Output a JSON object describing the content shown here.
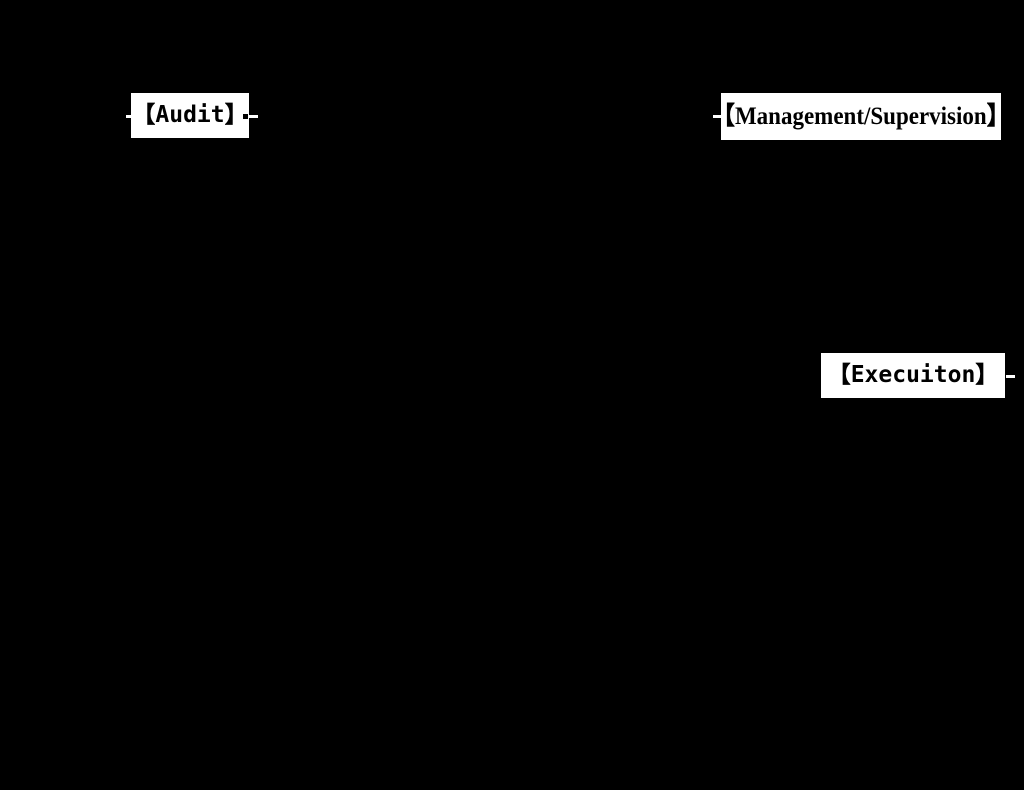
{
  "diagram": {
    "background_color": "#000000",
    "label_color": "#000000",
    "label_background": "#ffffff",
    "boxes": [
      {
        "id": "audit",
        "label": "【Audit】",
        "role": "audit"
      },
      {
        "id": "management",
        "label": "【Management/Supervision】",
        "role": "management-supervision"
      },
      {
        "id": "execution",
        "label": "【Execuiton】",
        "role": "execution"
      }
    ],
    "connectors": [
      {
        "id": "tick-audit-left",
        "name": "audit-left-connector"
      },
      {
        "id": "tick-audit-right",
        "name": "audit-right-connector"
      },
      {
        "id": "tick-mgmt-left",
        "name": "management-left-connector"
      },
      {
        "id": "tick-exec-right",
        "name": "execution-right-connector"
      }
    ]
  }
}
